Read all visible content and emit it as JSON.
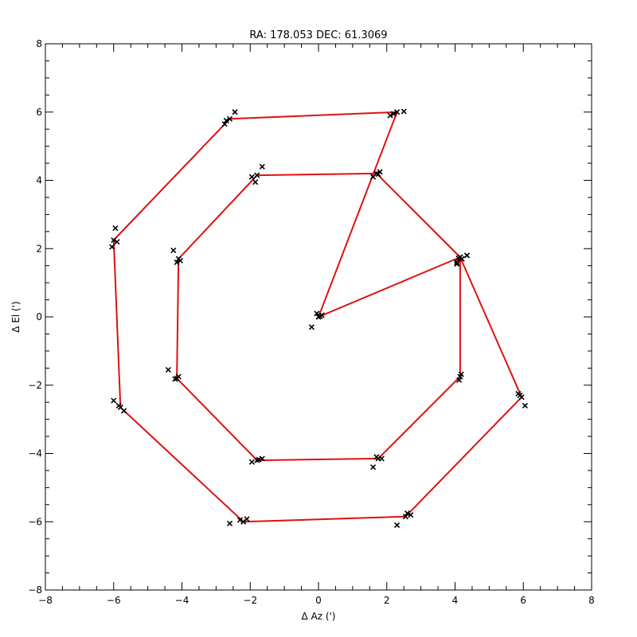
{
  "chart_data": {
    "type": "line",
    "title": "RA: 178.053  DEC: 61.3069",
    "xlabel": "Δ Az (')",
    "ylabel": "Δ El (')",
    "xlim": [
      -8,
      8
    ],
    "ylim": [
      -8,
      8
    ],
    "xticks": [
      -8,
      -6,
      -4,
      -2,
      0,
      2,
      4,
      6,
      8
    ],
    "yticks": [
      -8,
      -6,
      -4,
      -2,
      0,
      2,
      4,
      6,
      8
    ],
    "x_tick_labels": [
      "−8",
      "−6",
      "−4",
      "−2",
      "0",
      "2",
      "4",
      "6",
      "8"
    ],
    "y_tick_labels": [
      "−8",
      "−6",
      "−4",
      "−2",
      "0",
      "2",
      "4",
      "6",
      "8"
    ],
    "grid": false,
    "line_color": "#e01010",
    "marker_color": "#000000",
    "series": [
      {
        "marker": "x",
        "x": [
          0.0,
          4.15,
          4.15,
          1.75,
          -1.8,
          -4.15,
          -4.1,
          -1.8,
          1.7,
          4.15,
          5.95,
          2.55,
          -2.2,
          -5.8,
          -6.0,
          -2.6,
          2.3,
          0.0
        ],
        "y": [
          0.0,
          1.75,
          -1.75,
          -4.15,
          -4.2,
          -1.8,
          1.7,
          4.15,
          4.2,
          1.75,
          -2.35,
          -5.85,
          -6.0,
          -2.65,
          2.25,
          5.8,
          6.0,
          0.0
        ]
      }
    ],
    "scatter_points": {
      "x": [
        0.0,
        -0.2,
        0.1,
        -0.05,
        0.05,
        4.15,
        4.05,
        4.35,
        4.2,
        4.1,
        4.15,
        4.12,
        4.18,
        1.75,
        1.6,
        1.85,
        1.7,
        -1.8,
        -1.95,
        -1.65,
        -1.75,
        -4.15,
        -4.4,
        -4.1,
        -4.2,
        -4.1,
        -4.25,
        -4.15,
        -4.05,
        -1.8,
        -1.85,
        -1.65,
        -1.95,
        1.7,
        1.6,
        1.8,
        1.75,
        4.15,
        4.05,
        4.35,
        4.2,
        5.95,
        5.85,
        6.05,
        5.9,
        2.55,
        2.3,
        2.7,
        2.6,
        -2.2,
        -2.6,
        -2.1,
        -2.3,
        -5.8,
        -6.0,
        -5.7,
        -5.85,
        -6.0,
        -5.95,
        -6.05,
        -5.9,
        -2.6,
        -2.75,
        -2.45,
        -2.7,
        2.3,
        2.1,
        2.5,
        2.2
      ],
      "y": [
        0.0,
        -0.3,
        0.05,
        0.1,
        0.02,
        1.75,
        1.6,
        1.8,
        1.7,
        1.72,
        -1.75,
        -1.85,
        -1.68,
        -4.15,
        -4.4,
        -4.15,
        -4.1,
        -4.2,
        -4.25,
        -4.15,
        -4.18,
        -1.8,
        -1.55,
        -1.75,
        -1.82,
        1.7,
        1.95,
        1.6,
        1.65,
        4.15,
        3.95,
        4.4,
        4.1,
        4.2,
        4.1,
        4.25,
        4.18,
        1.75,
        1.55,
        1.8,
        1.7,
        -2.35,
        -2.25,
        -2.6,
        -2.3,
        -5.85,
        -6.1,
        -5.8,
        -5.75,
        -6.0,
        -6.05,
        -5.92,
        -5.95,
        -2.65,
        -2.45,
        -2.75,
        -2.6,
        2.25,
        2.6,
        2.05,
        2.2,
        5.8,
        5.65,
        6.0,
        5.75,
        6.0,
        5.9,
        6.02,
        5.95
      ]
    }
  }
}
